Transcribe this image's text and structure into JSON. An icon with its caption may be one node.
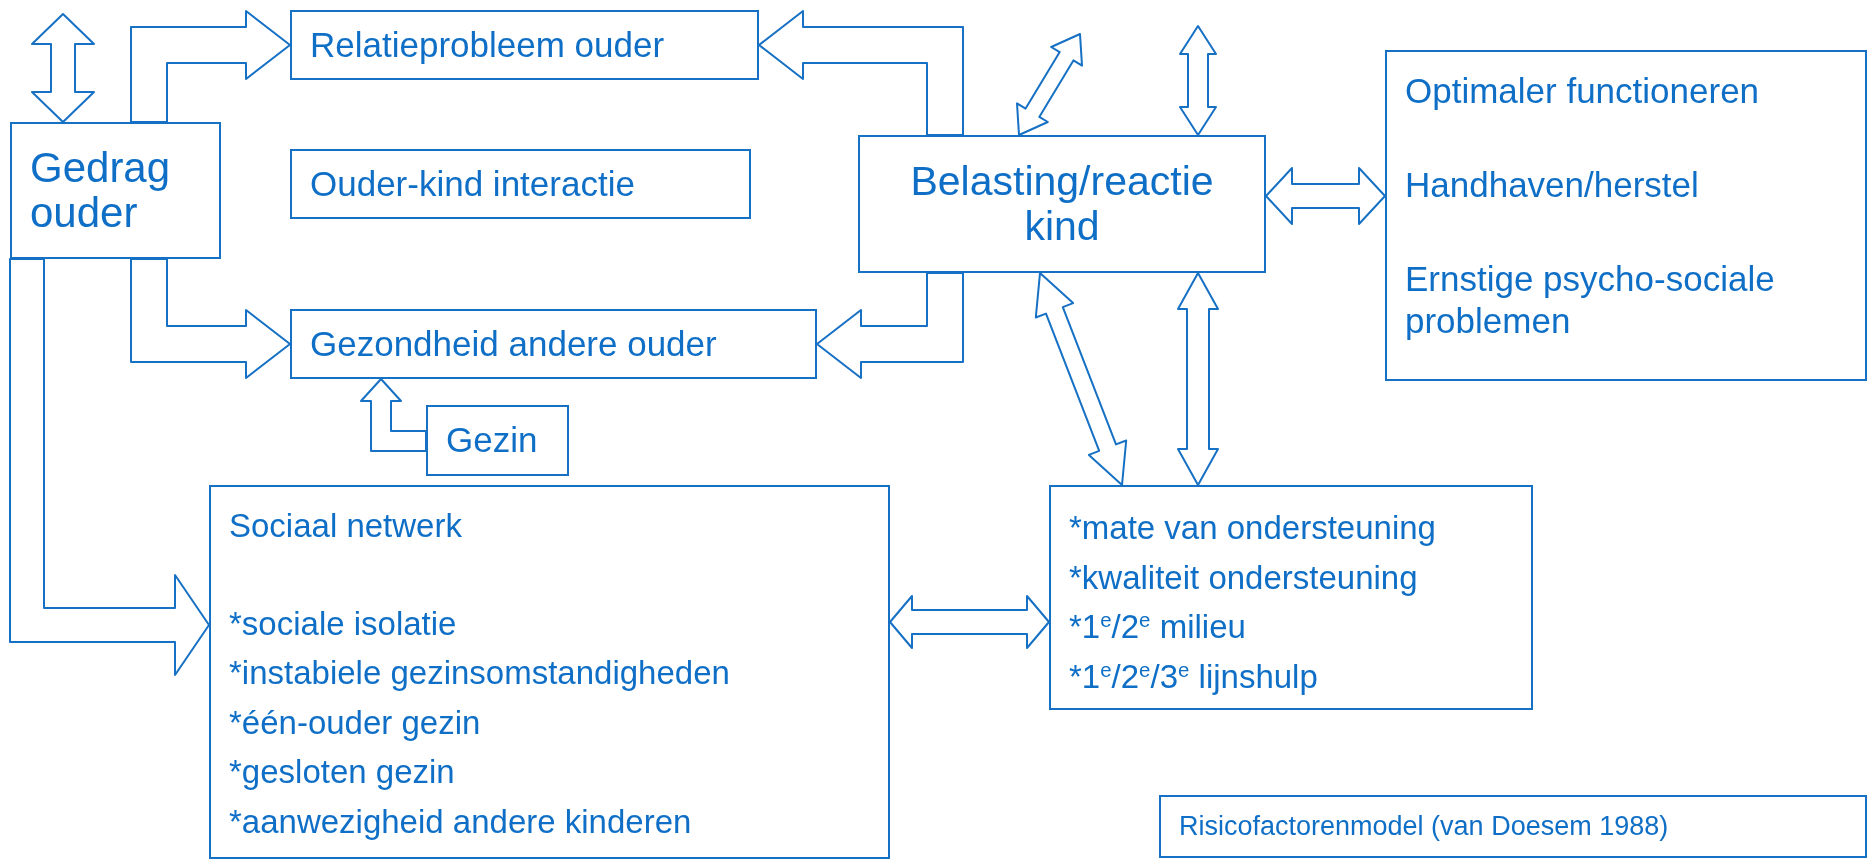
{
  "diagram": {
    "nodes": [
      {
        "text": [
          "Gedrag ouder"
        ]
      },
      {
        "text": [
          "Relatieprobleem ouder"
        ]
      },
      {
        "text": [
          "Ouder-kind interactie"
        ]
      },
      {
        "text": [
          "Gezondheid andere ouder"
        ]
      },
      {
        "text": [
          "Gezin"
        ]
      },
      {
        "text": [
          "Belasting/reactie kind"
        ]
      },
      {
        "text": [
          "Optimaler functioneren",
          "Handhaven/herstel",
          "Ernstige psycho-sociale problemen"
        ]
      },
      {
        "text": [
          "Sociaal netwerk",
          "*sociale isolatie",
          "*instabiele gezinsomstandigheden",
          "*één-ouder gezin",
          "*gesloten gezin",
          "*aanwezigheid andere kinderen"
        ]
      },
      {
        "text": [
          "*mate van ondersteuning",
          "*kwaliteit ondersteuning",
          "*1$^{e}$/2$^{e}$ milieu",
          "*1$^{e}$/2$^{e}$/3$^{e}$ lijnshulp"
        ]
      },
      {
        "text": [
          "Risicofactorenmodel (van Doesem 1988)"
        ]
      }
    ],
    "edges": [
      {
        "from": null,
        "to": 0,
        "arrow": "both"
      },
      {
        "from": 0,
        "to": 1,
        "arrow": "to"
      },
      {
        "from": 0,
        "to": 3,
        "arrow": "to"
      },
      {
        "from": 5,
        "to": 1,
        "arrow": "to"
      },
      {
        "from": 5,
        "to": 3,
        "arrow": "to"
      },
      {
        "from": null,
        "to": 5,
        "arrow": "both"
      },
      {
        "from": null,
        "to": 5,
        "arrow": "both"
      },
      {
        "from": 5,
        "to": 6,
        "arrow": "both"
      },
      {
        "from": 5,
        "to": 8,
        "arrow": "both"
      },
      {
        "from": 5,
        "to": 8,
        "arrow": "both"
      },
      {
        "from": 4,
        "to": 3,
        "arrow": "to"
      },
      {
        "from": 7,
        "to": 8,
        "arrow": "both"
      },
      {
        "from": 0,
        "to": 7,
        "arrow": "to"
      }
    ]
  }
}
